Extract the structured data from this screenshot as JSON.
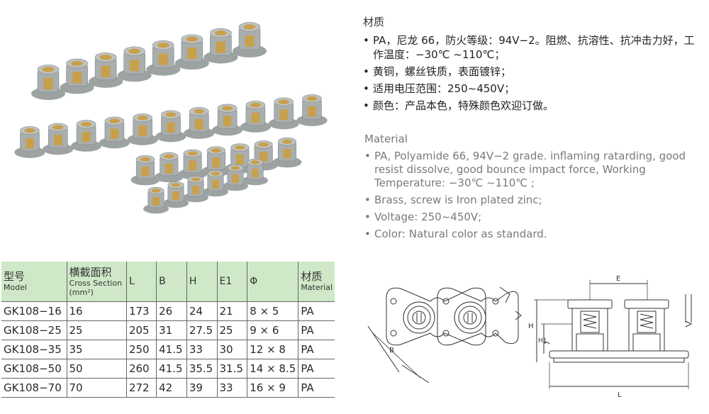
{
  "cn_section": {
    "title": "材质",
    "items": [
      "PA，尼龙 66，防火等级：94V−2。阻燃、抗溶性、抗冲击力好，工作温度：−30℃ ~110℃；",
      "黄铜，螺丝铁质，表面镀锌；",
      "适用电压范围：250~450V；",
      "颜色：产品本色，特殊颜色欢迎订做。"
    ]
  },
  "en_section": {
    "title": "Material",
    "items": [
      "PA, Polyamide 66, 94V−2 grade. inflaming ratarding, good resist dissolve, good bounce impact force, Working Temperature: −30℃ ~110℃ ;",
      "Brass, screw is Iron plated zinc;",
      "Voltage: 250~450V;",
      "Color: Natural color as standard."
    ]
  },
  "table": {
    "headers": {
      "model_cn": "型号",
      "model_en": "Model",
      "cross_cn": "横截面积",
      "cross_en": "Cross Section",
      "cross_unit": "(mm²)",
      "L": "L",
      "B": "B",
      "H": "H",
      "E1": "E1",
      "phi": "Φ",
      "material_cn": "材质",
      "material_en": "Material"
    },
    "rows": [
      [
        "GK108−16",
        "16",
        "173",
        "26",
        "24",
        "21",
        "8 × 5",
        "PA"
      ],
      [
        "GK108−25",
        "25",
        "205",
        "31",
        "27.5",
        "25",
        "9 × 6",
        "PA"
      ],
      [
        "GK108−35",
        "35",
        "250",
        "41.5",
        "33",
        "30",
        "12 × 8",
        "PA"
      ],
      [
        "GK108−50",
        "50",
        "260",
        "41.5",
        "35.5",
        "31.5",
        "14 × 8.5",
        "PA"
      ],
      [
        "GK108−70",
        "70",
        "272",
        "42",
        "39",
        "33",
        "16 × 9",
        "PA"
      ]
    ]
  },
  "drawing_labels": {
    "B": "B",
    "E": "E",
    "H": "H",
    "H1": "H1",
    "L": "L"
  },
  "colors": {
    "header_bg": "#cfe9c8",
    "housing_gray": "#a9aeae",
    "brass": "#c9a04a"
  }
}
